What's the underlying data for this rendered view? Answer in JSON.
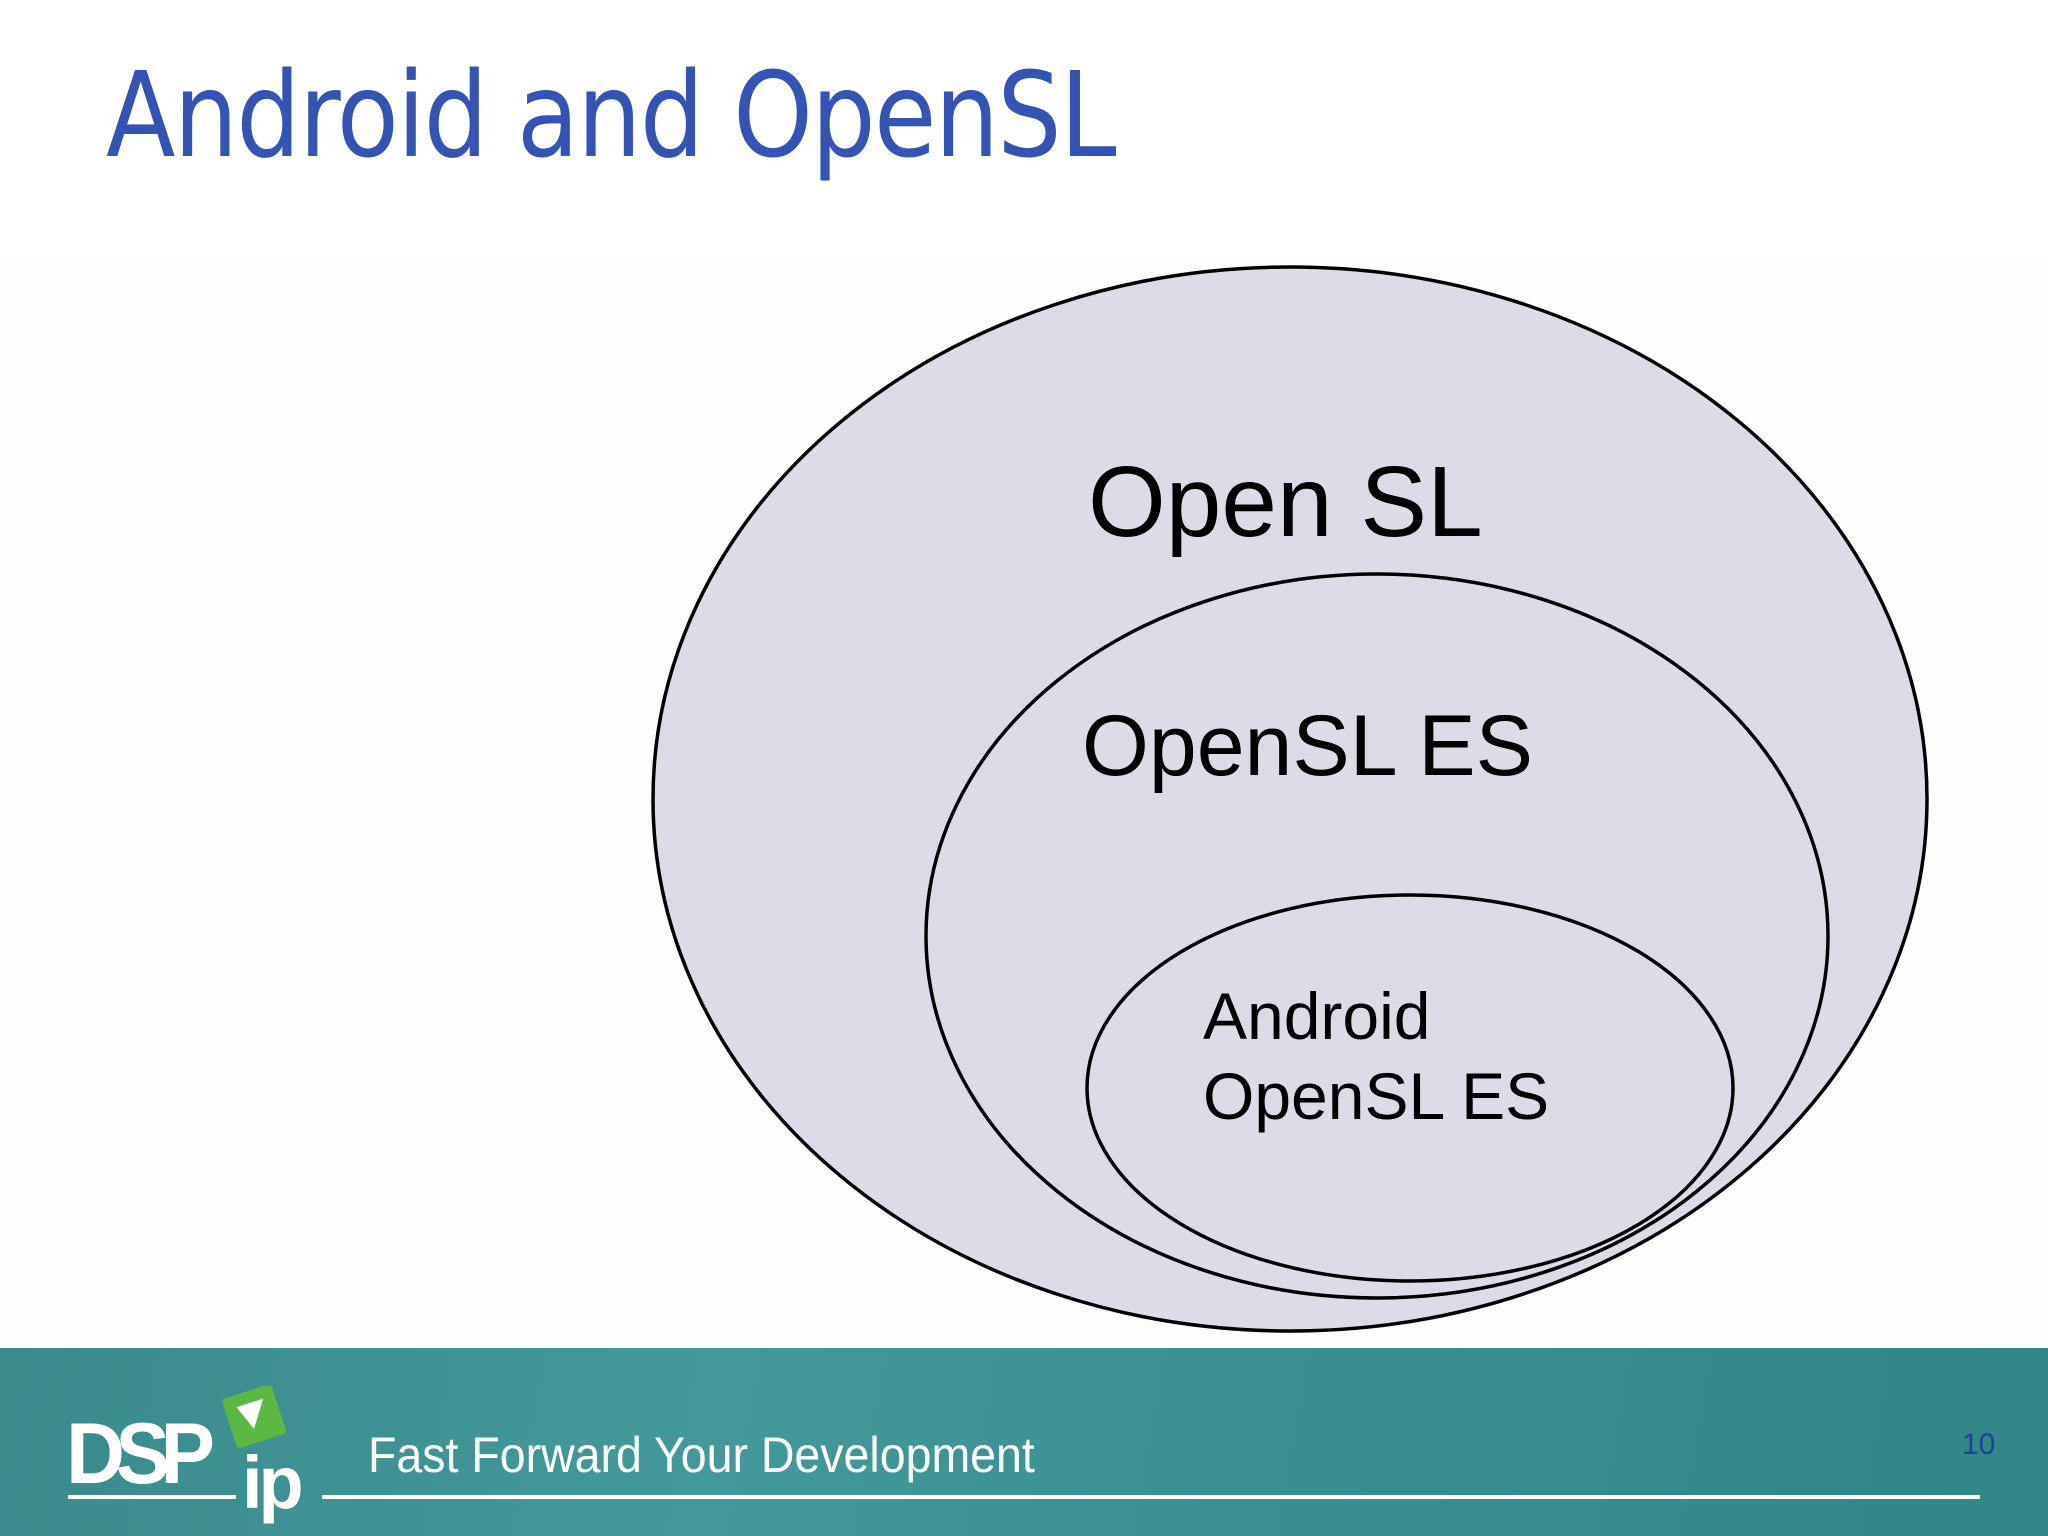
{
  "slide": {
    "title": "Android and OpenSL",
    "page_number": "10"
  },
  "diagram": {
    "type": "nested-ellipses",
    "fill_color": "#dcdbe8",
    "stroke_color": "#000000",
    "sets": [
      {
        "level": 1,
        "label": "Open SL"
      },
      {
        "level": 2,
        "label": "OpenSL ES"
      },
      {
        "level": 3,
        "label_line1": "Android",
        "label_line2": "OpenSL ES"
      }
    ]
  },
  "footer": {
    "logo_text_main": "DSP",
    "logo_text_sub": "ip",
    "tagline": "Fast Forward Your Development",
    "band_color": "#3a9091",
    "logo_accent_color": "#5cb842"
  }
}
